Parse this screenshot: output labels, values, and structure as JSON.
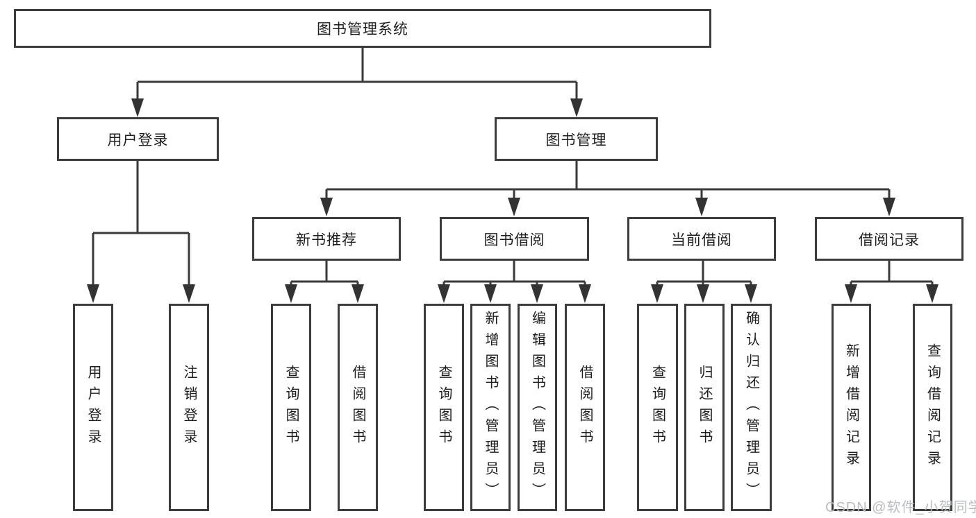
{
  "diagram": {
    "title": "图书管理系统",
    "watermark": "CSDN @软件_小贺同学",
    "colors": {
      "line": "#3a3a3a",
      "box_border": "#3c3c3c",
      "text": "#1e1e1e",
      "background": "#ffffff",
      "watermark": "#b9bdc2"
    },
    "nodes": {
      "root": {
        "label": "图书管理系统"
      },
      "user_login": {
        "label": "用户登录"
      },
      "book_management": {
        "label": "图书管理"
      },
      "new_book_recommend": {
        "label": "新书推荐"
      },
      "book_borrowing": {
        "label": "图书借阅"
      },
      "current_borrowing": {
        "label": "当前借阅"
      },
      "borrowing_records": {
        "label": "借阅记录"
      },
      "leaf_user_login": {
        "label": "用户登录"
      },
      "leaf_logout": {
        "label": "注销登录"
      },
      "leaf_nb_query_books": {
        "label": "查询图书"
      },
      "leaf_nb_borrow_books": {
        "label": "借阅图书"
      },
      "leaf_bb_query_books": {
        "label": "查询图书"
      },
      "leaf_bb_add_books": {
        "label": "新增图书（管理员）"
      },
      "leaf_bb_edit_books": {
        "label": "编辑图书（管理员）"
      },
      "leaf_bb_borrow_books": {
        "label": "借阅图书"
      },
      "leaf_cb_query_books": {
        "label": "查询图书"
      },
      "leaf_cb_return_books": {
        "label": "归还图书"
      },
      "leaf_cb_confirm_return": {
        "label": "确认归还（管理员）"
      },
      "leaf_br_add_record": {
        "label": "新增借阅记录"
      },
      "leaf_br_query_record": {
        "label": "查询借阅记录"
      }
    },
    "tree": {
      "图书管理系统": {
        "用户登录": [
          "用户登录",
          "注销登录"
        ],
        "图书管理": {
          "新书推荐": [
            "查询图书",
            "借阅图书"
          ],
          "图书借阅": [
            "查询图书",
            "新增图书（管理员）",
            "编辑图书（管理员）",
            "借阅图书"
          ],
          "当前借阅": [
            "查询图书",
            "归还图书",
            "确认归还（管理员）"
          ],
          "借阅记录": [
            "新增借阅记录",
            "查询借阅记录"
          ]
        }
      }
    }
  }
}
